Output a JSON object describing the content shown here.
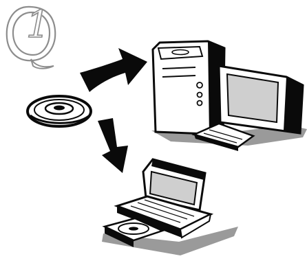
{
  "step_number": "1",
  "step_letter": "Q",
  "illustration": {
    "items": [
      "cd-disc",
      "desktop-computer",
      "laptop-with-cd-drive"
    ],
    "arrows": [
      "arrow-to-desktop",
      "arrow-to-laptop"
    ]
  },
  "colors": {
    "ink": "#0a0a0a",
    "screen": "#cfcfcf",
    "shadow": "#9a9a9a",
    "badge_outline": "#8d8d8d",
    "badge_shadow": "#cfcfcf",
    "paper": "#ffffff"
  }
}
